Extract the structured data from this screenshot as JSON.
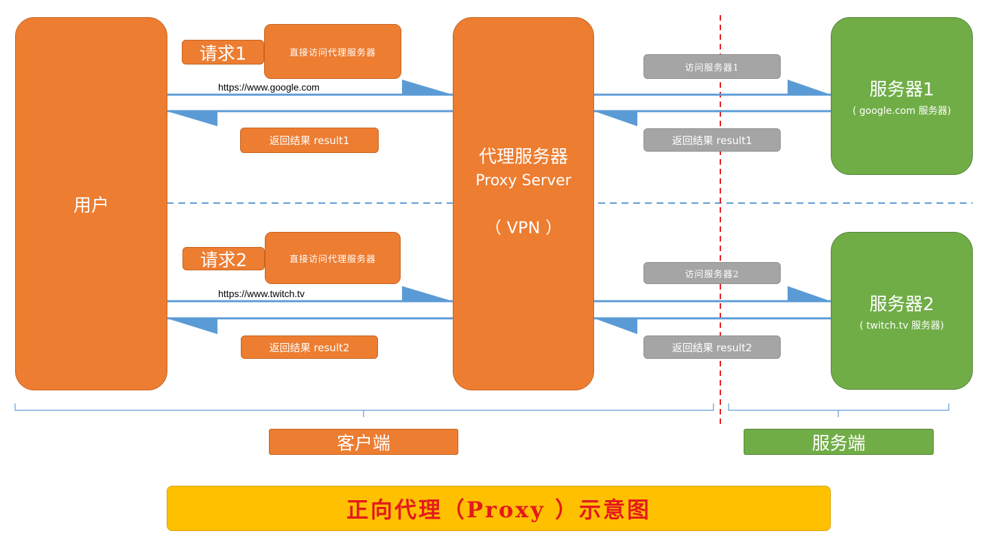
{
  "user": {
    "label": "用户"
  },
  "proxy": {
    "name": "代理服务器",
    "en": "Proxy Server",
    "vpn": "（ VPN ）"
  },
  "server1": {
    "name": "服务器1",
    "desc": "( google.com 服务器)"
  },
  "server2": {
    "name": "服务器2",
    "desc": "( twitch.tv 服务器)"
  },
  "request1": {
    "label": "请求1",
    "note": "直接访问代理服务器",
    "url": "https://www.google.com",
    "forward_label": "访问服务器1",
    "result_client": "返回结果 result1",
    "result_server": "返回结果 result1"
  },
  "request2": {
    "label": "请求2",
    "note": "直接访问代理服务器",
    "url": "https://www.twitch.tv",
    "forward_label": "访问服务器2",
    "result_client": "返回结果 result2",
    "result_server": "返回结果 result2"
  },
  "sides": {
    "client": "客户端",
    "server": "服务端"
  },
  "title": "正向代理（Proxy ）示意图",
  "colors": {
    "orange": "#ED7D31",
    "green": "#70AD47",
    "gray": "#A5A5A5",
    "arrow": "#5B9BD5",
    "divider": "#E31A1C",
    "title_bg": "#FFC000"
  }
}
